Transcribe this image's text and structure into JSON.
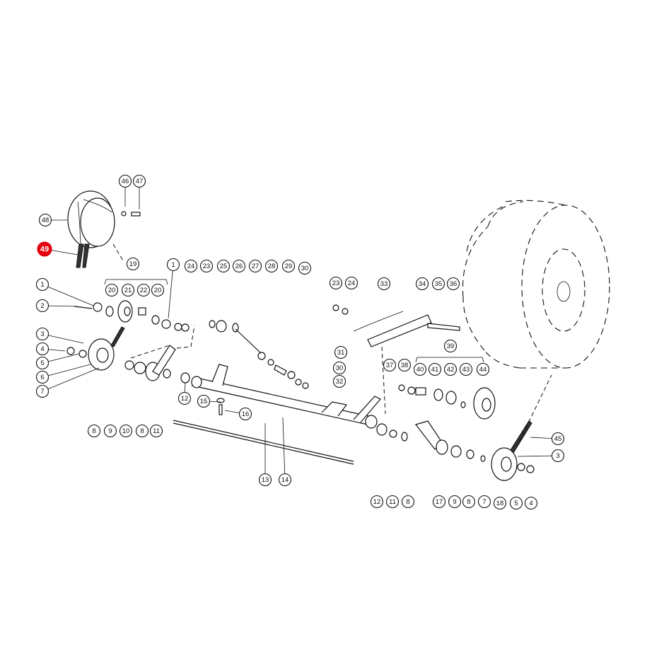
{
  "diagram": {
    "highlighted": "49",
    "callouts": [
      "46",
      "47",
      "48",
      "49",
      "19",
      "20",
      "21",
      "22",
      "20",
      "1",
      "24",
      "23",
      "25",
      "26",
      "27",
      "28",
      "29",
      "30",
      "1",
      "2",
      "3",
      "4",
      "5",
      "6",
      "7",
      "8",
      "9",
      "10",
      "8",
      "11",
      "12",
      "15",
      "16",
      "13",
      "14",
      "31",
      "30",
      "32",
      "23",
      "24",
      "33",
      "34",
      "35",
      "36",
      "39",
      "37",
      "38",
      "40",
      "41",
      "42",
      "43",
      "44",
      "45",
      "3",
      "12",
      "11",
      "8",
      "17",
      "9",
      "8",
      "7",
      "18",
      "5",
      "4"
    ]
  }
}
